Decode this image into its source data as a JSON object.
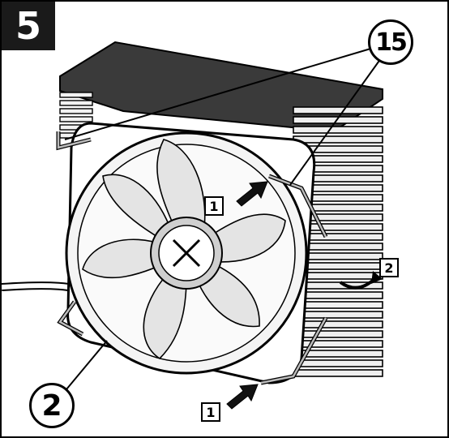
{
  "step": {
    "number": "5"
  },
  "callouts": {
    "part_15": "15",
    "part_2": "2"
  },
  "step_markers": {
    "first_top": "1",
    "first_bottom": "1",
    "second": "2"
  },
  "colors": {
    "ink": "#000000",
    "heatsink_top": "#3a3a3a",
    "fin_light": "#ececec",
    "fan_blade": "#e4e4e4",
    "hub": "#cfcfcf"
  }
}
